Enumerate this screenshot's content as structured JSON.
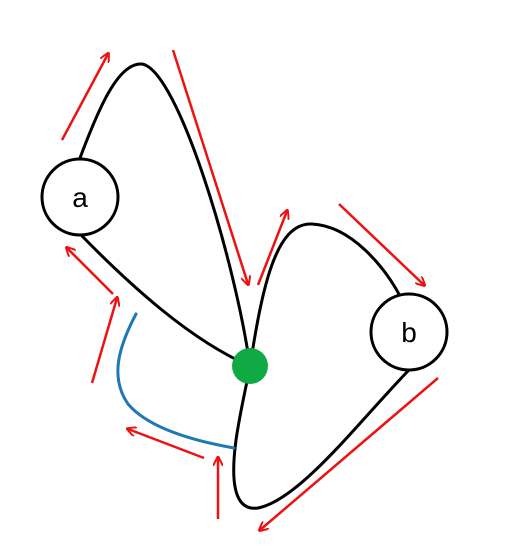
{
  "diagram": {
    "nodes": [
      {
        "id": "a",
        "label": "a"
      },
      {
        "id": "b",
        "label": "b"
      }
    ],
    "colors": {
      "path": "#000000",
      "arrow": "#ee1111",
      "detour": "#1f77b4",
      "junction": "#10aa44",
      "node_fill": "#ffffff",
      "node_stroke": "#000000"
    }
  }
}
